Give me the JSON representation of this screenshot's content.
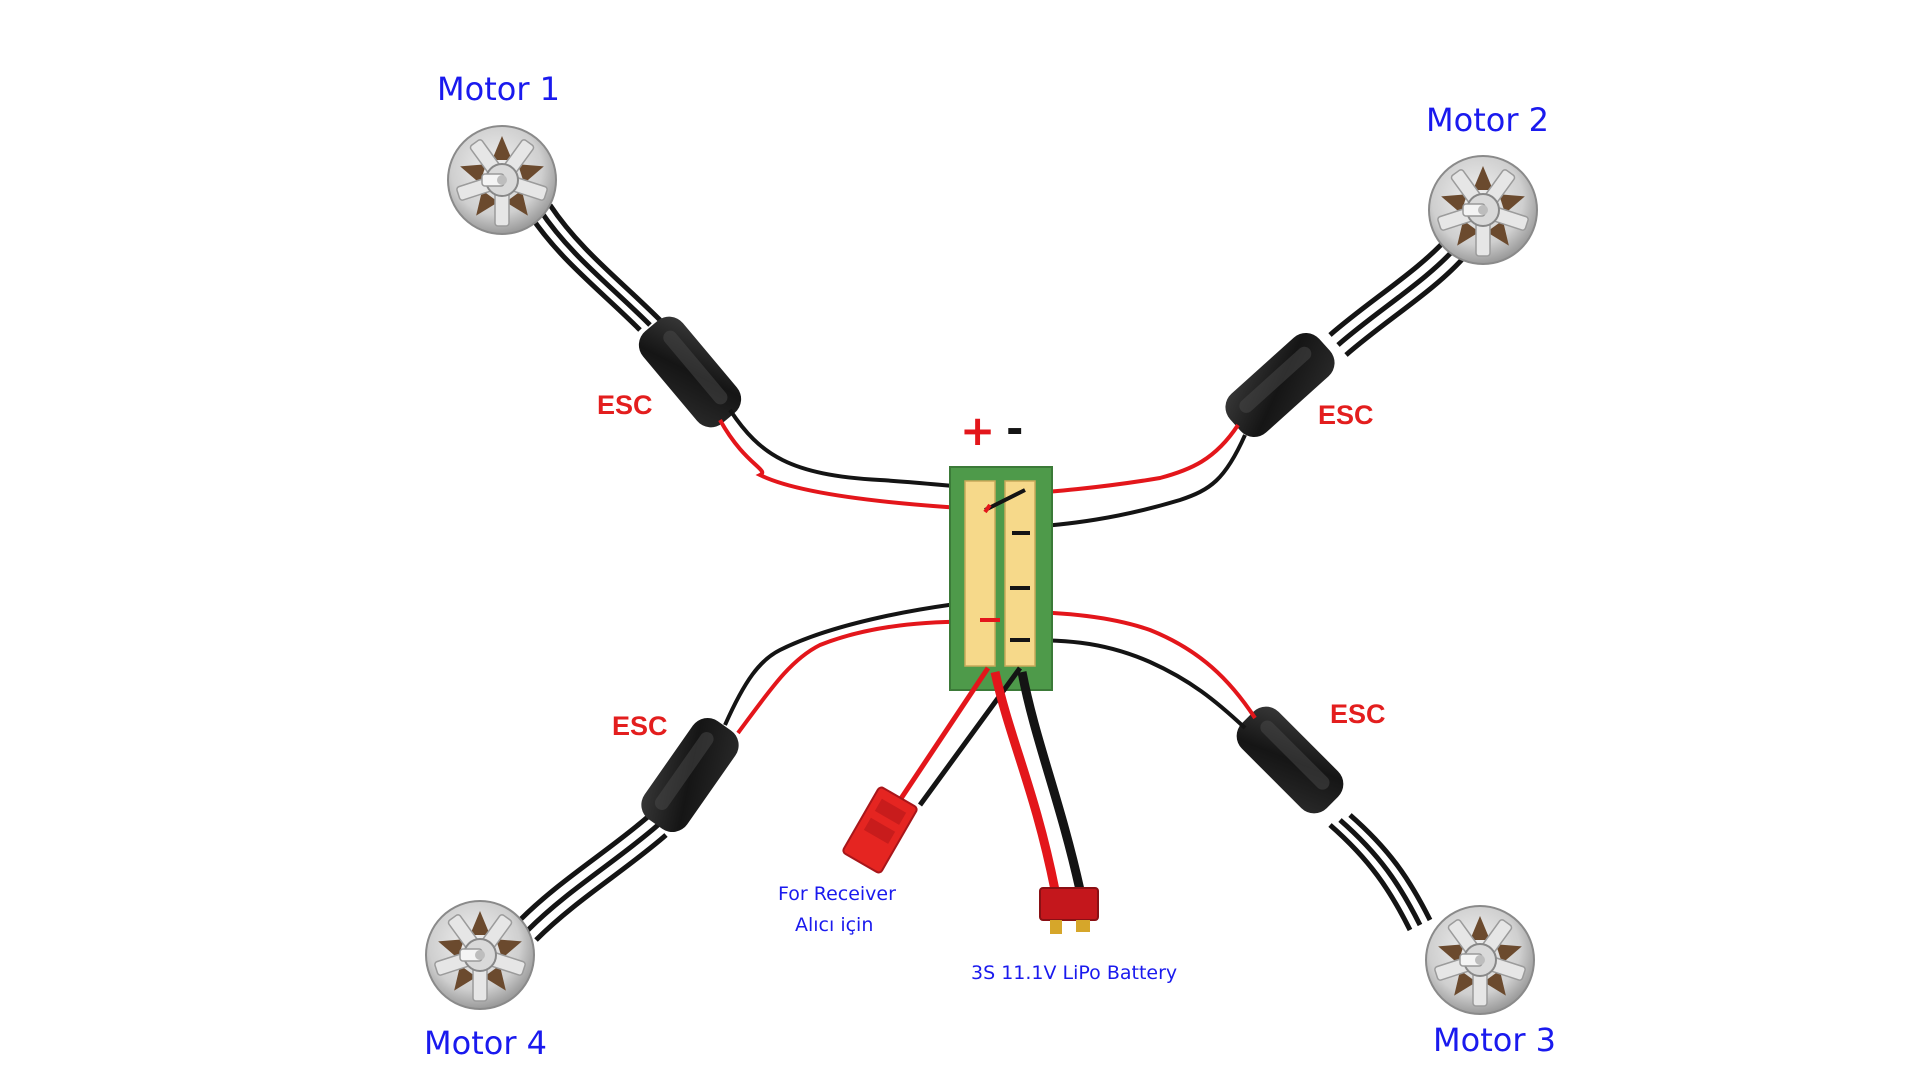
{
  "motors": [
    {
      "label": "Motor 1"
    },
    {
      "label": "Motor 2"
    },
    {
      "label": "Motor 3"
    },
    {
      "label": "Motor 4"
    }
  ],
  "esc_label": "ESC",
  "polarity": {
    "plus": "+",
    "minus": "-"
  },
  "receiver": {
    "line1": "For Receiver",
    "line2": "Alıcı için"
  },
  "battery": {
    "label": "3S 11.1V LiPo Battery"
  },
  "colors": {
    "label_blue": "#1a1aee",
    "esc_red": "#e31e1e",
    "board_green": "#4e9a4a",
    "pad_yellow": "#f6d98a",
    "wire_red": "#e3161b",
    "wire_black": "#141414",
    "connector_red": "#e52521"
  }
}
